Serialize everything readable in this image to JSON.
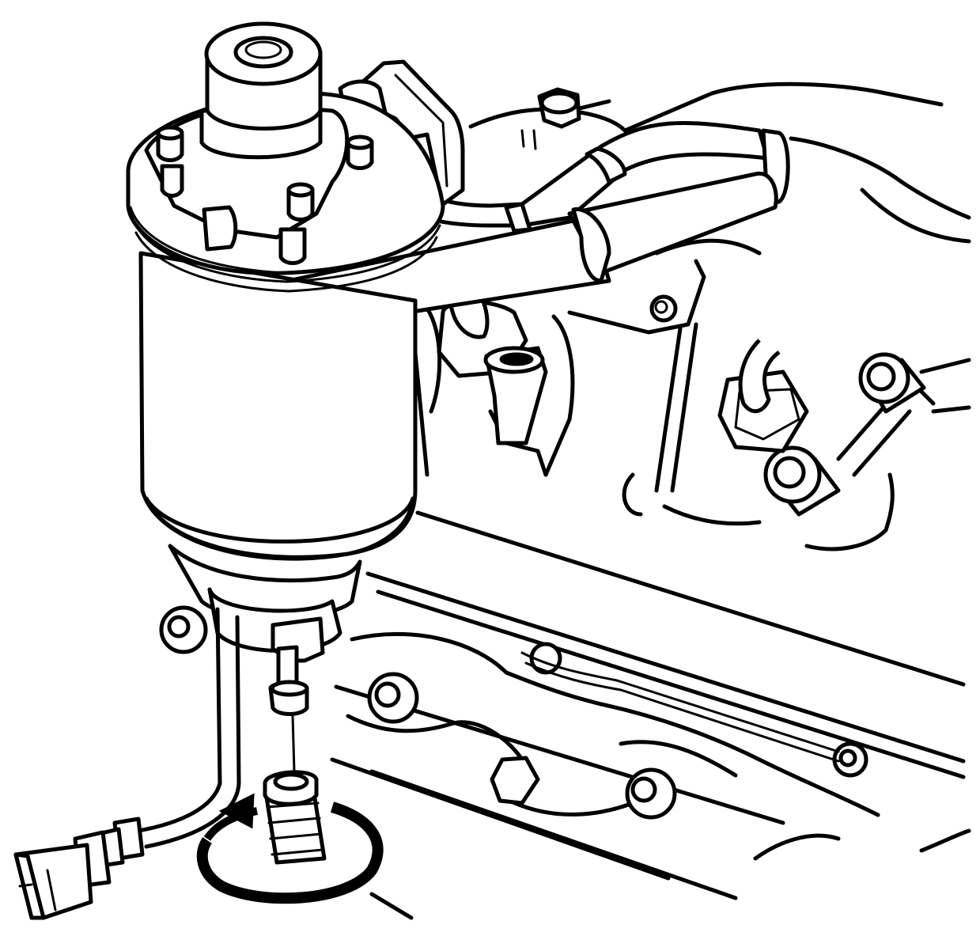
{
  "figure": {
    "kind": "line-art technical illustration",
    "palette": {
      "ink": "#000000",
      "paper": "#ffffff"
    },
    "parts": [
      "engine-block",
      "cylinder-head",
      "fuel-filter-canister",
      "filter-cap",
      "mounting-bracket",
      "fuel-lines",
      "hose-fittings",
      "drain-valve",
      "drain-fitting",
      "electrical-connector",
      "rotation-arrow"
    ],
    "labels": []
  }
}
